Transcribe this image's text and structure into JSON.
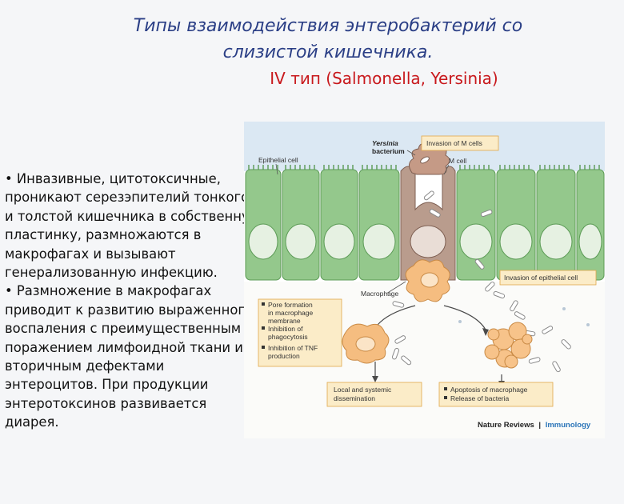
{
  "slide": {
    "title_line1": "Типы взаимодействия энтеробактерий со",
    "title_line2": "слизистой кишечника.",
    "subtitle": "IV тип (Salmonella, Yersinia)",
    "body_text": "• Инвазивные, цитотоксичные, проникают серезэпителий тонкого и толстой кишечника в собственную пластинку, размножаются в макрофагах и вызывают генерализованную инфекцию.\n• Размножение в макрофагах приводит к развитию выраженного воспаления с преимущественным поражением лимфоидной ткани и вторичным дефектами энтероцитов. При продукции энтеротоксинов развивается диарея."
  },
  "figure": {
    "label_yersinia_1": "Yersinia",
    "label_yersinia_2": "bacterium",
    "label_epithelial_cell": "Epithelial cell",
    "label_m_cell": "M cell",
    "label_invasion_m_cell": "Invasion of M cells",
    "label_invasion_epithelial": "Invasion of epithelial cell",
    "label_macrophage": "Macrophage",
    "mechanisms": [
      "Pore formation",
      "in macrophage",
      "membrane",
      "Inhibition of",
      "phagocytosis",
      "Inhibition of TNF",
      "production"
    ],
    "outcome_left": [
      "Local and systemic",
      "dissemination"
    ],
    "outcome_right": [
      "Apoptosis of macrophage",
      "Release of bacteria"
    ],
    "credit_1": "Nature Reviews",
    "credit_sep": "|",
    "credit_2": "Immunology",
    "colors": {
      "epithelium": "#8fc48a",
      "m_cell": "#b89a8a",
      "macrophage": "#f3b97a",
      "lumen": "#d8e6f2",
      "info_box": "#fbecc8",
      "box_border": "#e0a84a",
      "arrow": "#4a4a4a"
    }
  }
}
